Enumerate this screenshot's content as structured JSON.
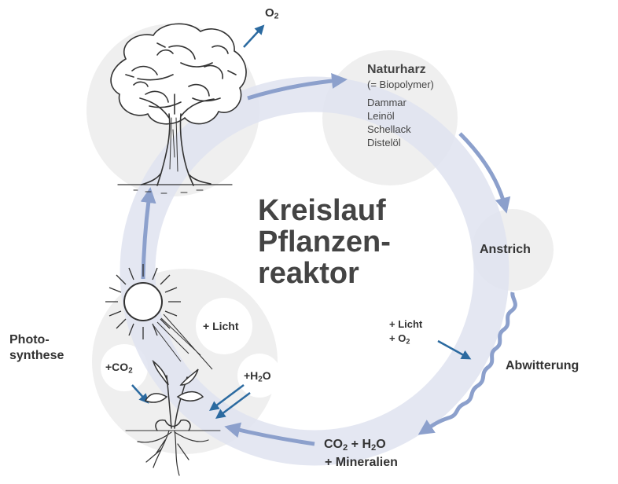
{
  "title": {
    "line1": "Kreislauf",
    "line2": "Pflanzen-",
    "line3": "reaktor"
  },
  "nodes": {
    "oxygen": {
      "symbol": "O",
      "sub": "2"
    },
    "naturharz": {
      "title": "Naturharz",
      "subtitle": "(= Biopolymer)",
      "items": [
        "Dammar",
        "Leinöl",
        "Schellack",
        "Distelöl"
      ]
    },
    "anstrich": "Anstrich",
    "weather_input": {
      "light": "+ Licht",
      "oxygen_prefix": "+ O",
      "oxygen_sub": "2"
    },
    "abwitterung": "Abwitterung",
    "products": {
      "co2_prefix": "CO",
      "co2_sub": "2",
      "h2o_prefix": " + H",
      "h2o_sub": "2",
      "h2o_suffix": "O",
      "line2": "+ Mineralien"
    },
    "photosynthese": {
      "line1": "Photo-",
      "line2": "synthese"
    },
    "licht": "+ Licht",
    "co2_input": {
      "prefix": "+CO",
      "sub": "2"
    },
    "h2o_input": {
      "prefix": "+H",
      "sub": "2",
      "suffix": "O"
    }
  },
  "colors": {
    "ring": "#dfe3f0",
    "ring_arrow": "#8ca0cc",
    "bubble": "#efefef",
    "blue_arrow": "#2b6aa0",
    "sketch": "#333333"
  }
}
